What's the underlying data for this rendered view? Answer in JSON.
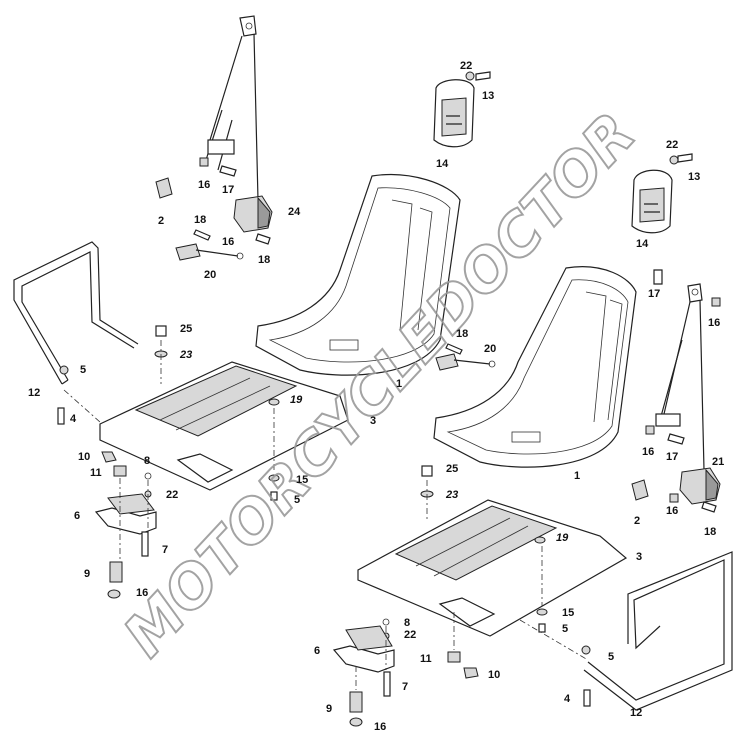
{
  "watermark": "MOTORCYCLEDOCTOR",
  "labels": {
    "l1a": "1",
    "l1b": "1",
    "l2a": "2",
    "l2b": "2",
    "l3a": "3",
    "l3b": "3",
    "l4a": "4",
    "l4b": "4",
    "l5a": "5",
    "l5b": "5",
    "l5c": "5",
    "l5d": "5",
    "l6a": "6",
    "l6b": "6",
    "l7a": "7",
    "l7b": "7",
    "l8a": "8",
    "l8b": "8",
    "l9a": "9",
    "l9b": "9",
    "l10a": "10",
    "l10b": "10",
    "l11a": "11",
    "l11b": "11",
    "l12a": "12",
    "l12b": "12",
    "l13a": "13",
    "l13b": "13",
    "l14a": "14",
    "l14b": "14",
    "l15a": "15",
    "l15b": "15",
    "l16a": "16",
    "l16b": "16",
    "l16c": "16",
    "l16d": "16",
    "l16e": "16",
    "l16f": "16",
    "l16g": "16",
    "l17a": "17",
    "l17b": "17",
    "l17c": "17",
    "l18a": "18",
    "l18b": "18",
    "l18c": "18",
    "l18d": "18",
    "l19a": "19",
    "l19b": "19",
    "l20a": "20",
    "l20b": "20",
    "l21": "21",
    "l22a": "22",
    "l22b": "22",
    "l22c": "22",
    "l22d": "22",
    "l23a": "23",
    "l23b": "23",
    "l24": "24",
    "l25a": "25",
    "l25b": "25"
  }
}
